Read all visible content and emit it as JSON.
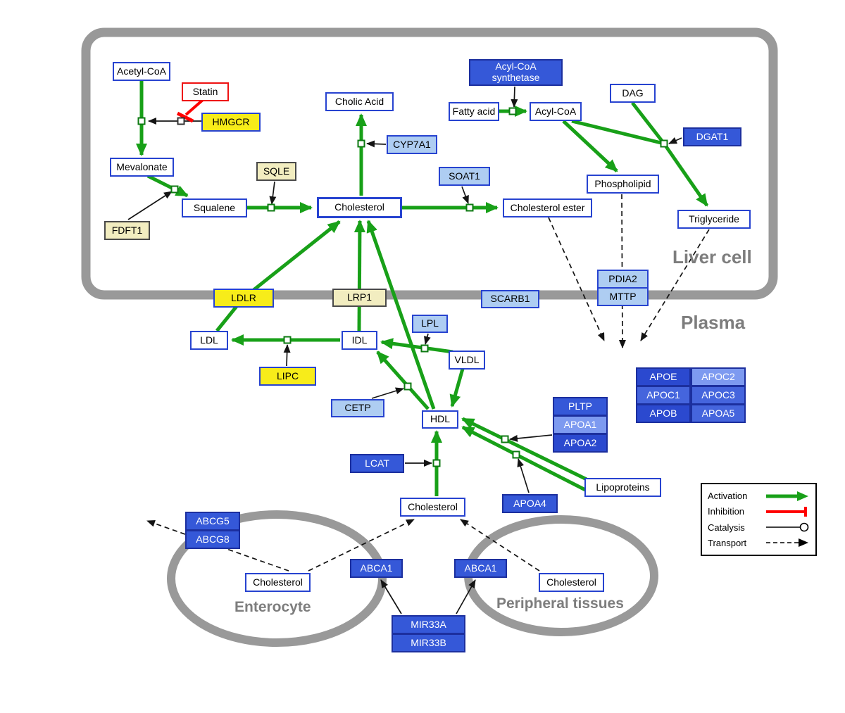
{
  "regions": {
    "liver_cell": "Liver cell",
    "plasma": "Plasma",
    "enterocyte": "Enterocyte",
    "peripheral_tissues": "Peripheral tissues"
  },
  "nodes": {
    "acetyl_coa": "Acetyl-CoA",
    "statin": "Statin",
    "hmgcr": "HMGCR",
    "mevalonate": "Mevalonate",
    "sqle": "SQLE",
    "fdft1": "FDFT1",
    "squalene": "Squalene",
    "cholic_acid": "Cholic Acid",
    "cyp7a1": "CYP7A1",
    "cholesterol_liver": "Cholesterol",
    "soat1": "SOAT1",
    "cholesterol_ester": "Cholesterol ester",
    "acyl_coa_synthetase": "Acyl-CoA synthetase",
    "fatty_acid": "Fatty acid",
    "acyl_coa": "Acyl-CoA",
    "dag": "DAG",
    "dgat1": "DGAT1",
    "phospholipid": "Phospholipid",
    "triglyceride": "Triglyceride",
    "ldlr": "LDLR",
    "lrp1": "LRP1",
    "scarb1": "SCARB1",
    "pdia2": "PDIA2",
    "mttp": "MTTP",
    "ldl": "LDL",
    "idl": "IDL",
    "lpl": "LPL",
    "vldl": "VLDL",
    "lipc": "LIPC",
    "cetp": "CETP",
    "hdl": "HDL",
    "lcat": "LCAT",
    "pltp": "PLTP",
    "apoa1": "APOA1",
    "apoa2": "APOA2",
    "apoe": "APOE",
    "apoc2": "APOC2",
    "apoc1": "APOC1",
    "apoc3": "APOC3",
    "apob": "APOB",
    "apoa5": "APOA5",
    "apoa4": "APOA4",
    "lipoproteins": "Lipoproteins",
    "cholesterol_plasma": "Cholesterol",
    "abcg5": "ABCG5",
    "abcg8": "ABCG8",
    "cholesterol_enterocyte": "Cholesterol",
    "abca1_left": "ABCA1",
    "abca1_right": "ABCA1",
    "cholesterol_peripheral": "Cholesterol",
    "mir33a": "MIR33A",
    "mir33b": "MIR33B"
  },
  "legend": {
    "activation": "Activation",
    "inhibition": "Inhibition",
    "catalysis": "Catalysis",
    "transport": "Transport"
  },
  "colors": {
    "activation_green": "#18a018",
    "inhibition_red": "#ff0000",
    "node_border_blue": "#2743d0",
    "gene_yellow": "#f7ec1a",
    "gene_cream": "#f2edc0",
    "gene_light_blue": "#aecdf2",
    "gene_blue": "#3558d8",
    "gene_dark_blue": "#2b49cf",
    "membrane_gray": "#999999"
  }
}
